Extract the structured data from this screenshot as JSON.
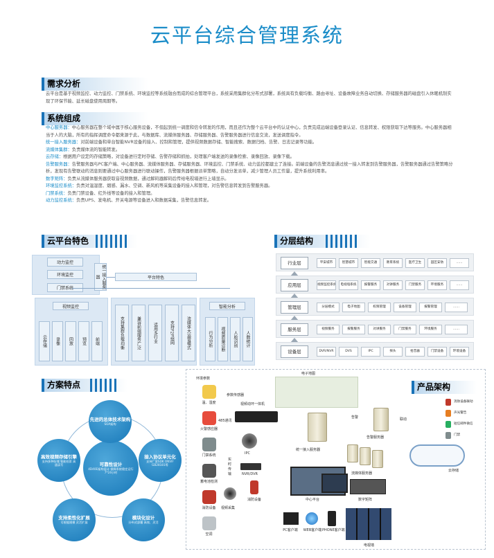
{
  "title": "云平台综合管理系统",
  "sections": {
    "demand": {
      "heading": "需求分析",
      "text": "云平台是基于视频监控、动力监控、门禁系统、环境监控等系统融合而成的综合管理平台，系统采用集群化分布式部署，系统具有负载均衡、路由寻址、设备故障业务自动切换、存储服务器的磁盘引入休眠机制实现了环保节能、延长磁盘使用周期等。"
    },
    "system": {
      "heading": "系统组成",
      "items": [
        {
          "label": "中心服务器：",
          "text": "中心服务器在整个域中属于核心服务设备，不但起到统一调度和信令转发的作用，而且还作为整个云平台中的认证中心，负责完成远端设备登录认证、信息转发、权限获取下达等服务。中心服务器相当于人的大脑，所有的指挥调度命令都来源于此，与数据库、流媒体服务器、存储服务器、告警服务器进行信息交流，发送调度指令。"
        },
        {
          "label": "统一接入服务器：",
          "text": "对前端设备和单台智能NVR设备的接入、控制和管理，提供视频数据存储、智能搜索、数据归档、告警、日志记录等功能。"
        },
        {
          "label": "流媒体集群：",
          "text": "负责媒体流的智能转发。"
        },
        {
          "label": "云存储：",
          "text": "根据用户设定的存储策略，对设备进行定时存储、告警存储和抓拍，处理客户端发送的录像检索、录像回放、录像下载。"
        },
        {
          "label": "告警服务器：",
          "text": "告警服务器与PC客户端、中心服务器、流媒体服务器、存储服务器、环境监控、门禁系统、动力监控都建立了连接。前端设备的告警消息通过统一接入转发到告警服务器，告警服务器通过告警策略分析，发现有告警联动的消息则要通过中心服务器进行联动操作，告警服务器根据派单策略，自动分发派单，减少管理人员工作量，提升系统利用率。"
        },
        {
          "label": "数字矩阵：",
          "text": "负责从流媒体服务器获取音视频数据，通过解码器解码后传给电视墙进行上墙显示。"
        },
        {
          "label": "环境监控系统：",
          "text": "负责对温湿度、烟感、漏水、空调、新风机等采集设备的接入和管理，对告警信息转发到告警服务器。"
        },
        {
          "label": "门禁系统：",
          "text": "负责门禁设备、红外线等设备的接入和管理。"
        },
        {
          "label": "动力监控系统：",
          "text": "负责UPS、发电机、开关电源等设备进入和数据采集，告警信息转发。"
        }
      ]
    },
    "features": {
      "heading": "云平台特色",
      "left_boxes": [
        "动力监控",
        "环境监控",
        "门禁系统"
      ],
      "access": "统一接入服务器",
      "top": "平台特色",
      "video": "视频监控",
      "video_items": [
        "云存储",
        "录像",
        "回放",
        "预览",
        "前端"
      ],
      "middle_items": [
        "支持集群负载均衡",
        "兼容前端服务广泛",
        "适用多行业",
        "支持P2P组网",
        "流媒体大运营模式"
      ],
      "smart": "智能分析",
      "smart_items": [
        "行为分析",
        "视频质量诊断",
        "人脸识别",
        "人数统计"
      ]
    },
    "layers": {
      "heading": "分层结构",
      "rows": [
        {
          "name": "行业层",
          "cells": [
            "平安城市",
            "智慧城市",
            "智能交通",
            "教育系统",
            "医疗卫生",
            "园区安防",
            "……"
          ]
        },
        {
          "name": "应用层",
          "cells": [
            "视频监控系统",
            "电视墙系统",
            "报警服务",
            "对讲服务",
            "门禁服务",
            "环境服务",
            "……"
          ]
        },
        {
          "name": "管理层",
          "cells": [
            "分层模式",
            "电子地图",
            "权限管理",
            "设备管理",
            "报警管理",
            "……"
          ]
        },
        {
          "name": "服务层",
          "cells": [
            "视频服务",
            "报警服务",
            "对讲服务",
            "门禁服务",
            "环境服务",
            "……"
          ]
        },
        {
          "name": "设备层",
          "cells": [
            "DVR/NVR",
            "DVS",
            "IPC",
            "探头",
            "拾音器",
            "门禁设备",
            "环境设备"
          ]
        }
      ]
    },
    "solution": {
      "heading": "方案特点",
      "center": {
        "title": "可靠性设计",
        "sub": "4D40E架构设计 保障系统稳定运行7*24小时"
      },
      "nodes": [
        {
          "title": "先进的总体技术架构",
          "sub": "SOA架构"
        },
        {
          "title": "接入协议单元化",
          "sub": "支持厂家SDK ONVIF GB28181等"
        },
        {
          "title": "模块化设计",
          "sub": "分布式部署 高效、灵活"
        },
        {
          "title": "支持柔性化扩展",
          "sub": "可根据规模 灵活扩展"
        },
        {
          "title": "高效视频存储引擎",
          "sub": "支持多种存储 智能检索 高速读写"
        }
      ]
    },
    "product": {
      "heading": "产品架构",
      "env_title": "环境参数",
      "env_items": [
        "温、湿度",
        "火警感应器",
        "门禁系统",
        "蓄电池检测",
        "消防设备",
        "空调"
      ],
      "labels": {
        "sensor": "参数传感器",
        "net485": "485通讯",
        "collector": "视频动环一体机",
        "ipc": "IPC",
        "nvr": "NVR/DVR",
        "realtime": "实时传输",
        "fire": "消防设备",
        "video_collect": "视频采集",
        "map": "电子地图",
        "access_server": "统一接入服务器",
        "center": "中心平台",
        "alarm": "告警",
        "alarm_server": "告警服务器",
        "linkage": "联动",
        "media_server": "流媒体服务器",
        "matrix": "数字矩阵",
        "pc": "PC客户端",
        "web": "WEB客户端",
        "phone": "PHONE客户端",
        "tvwall": "电视墙",
        "cloud": "云存储",
        "out_fire": "消防设备联动",
        "out_light": "声光警告",
        "out_sms": "短信邮件微信",
        "out_door": "门禁"
      }
    }
  }
}
